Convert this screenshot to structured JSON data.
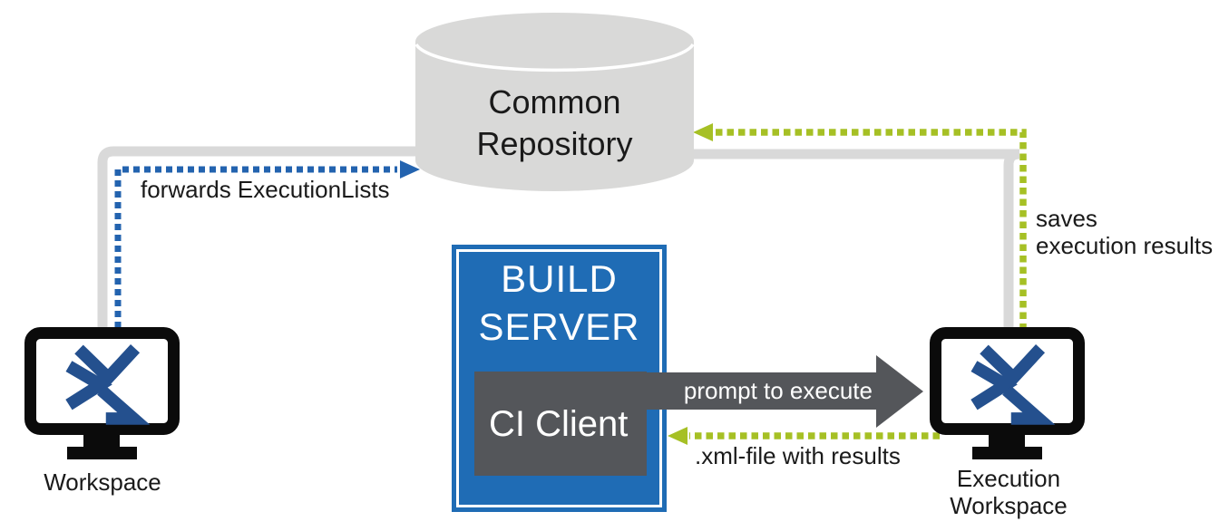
{
  "colors": {
    "server_blue": "#1F6CB5",
    "logo_blue": "#24508E",
    "arrow_blue": "#2363AF",
    "result_green": "#A6C025",
    "connector_gray": "#D9D9D9",
    "dark_gray": "#54565A",
    "node_gray": "#D9D9D8"
  },
  "nodes": {
    "repository": {
      "line1": "Common",
      "line2": "Repository"
    },
    "build_server": {
      "line1": "BUILD",
      "line2": "SERVER"
    },
    "ci_client": {
      "label": "CI Client"
    },
    "workspace": {
      "label": "Workspace"
    },
    "execution_workspace": {
      "line1": "Execution",
      "line2": "Workspace"
    }
  },
  "arrows": {
    "forwards_execution_lists": {
      "label": "forwards ExecutionLists"
    },
    "saves_execution_results": {
      "line1": "saves",
      "line2": "execution results"
    },
    "prompt_to_execute": {
      "label": "prompt to execute"
    },
    "xml_file_with_results": {
      "label": ".xml-file with results"
    }
  }
}
